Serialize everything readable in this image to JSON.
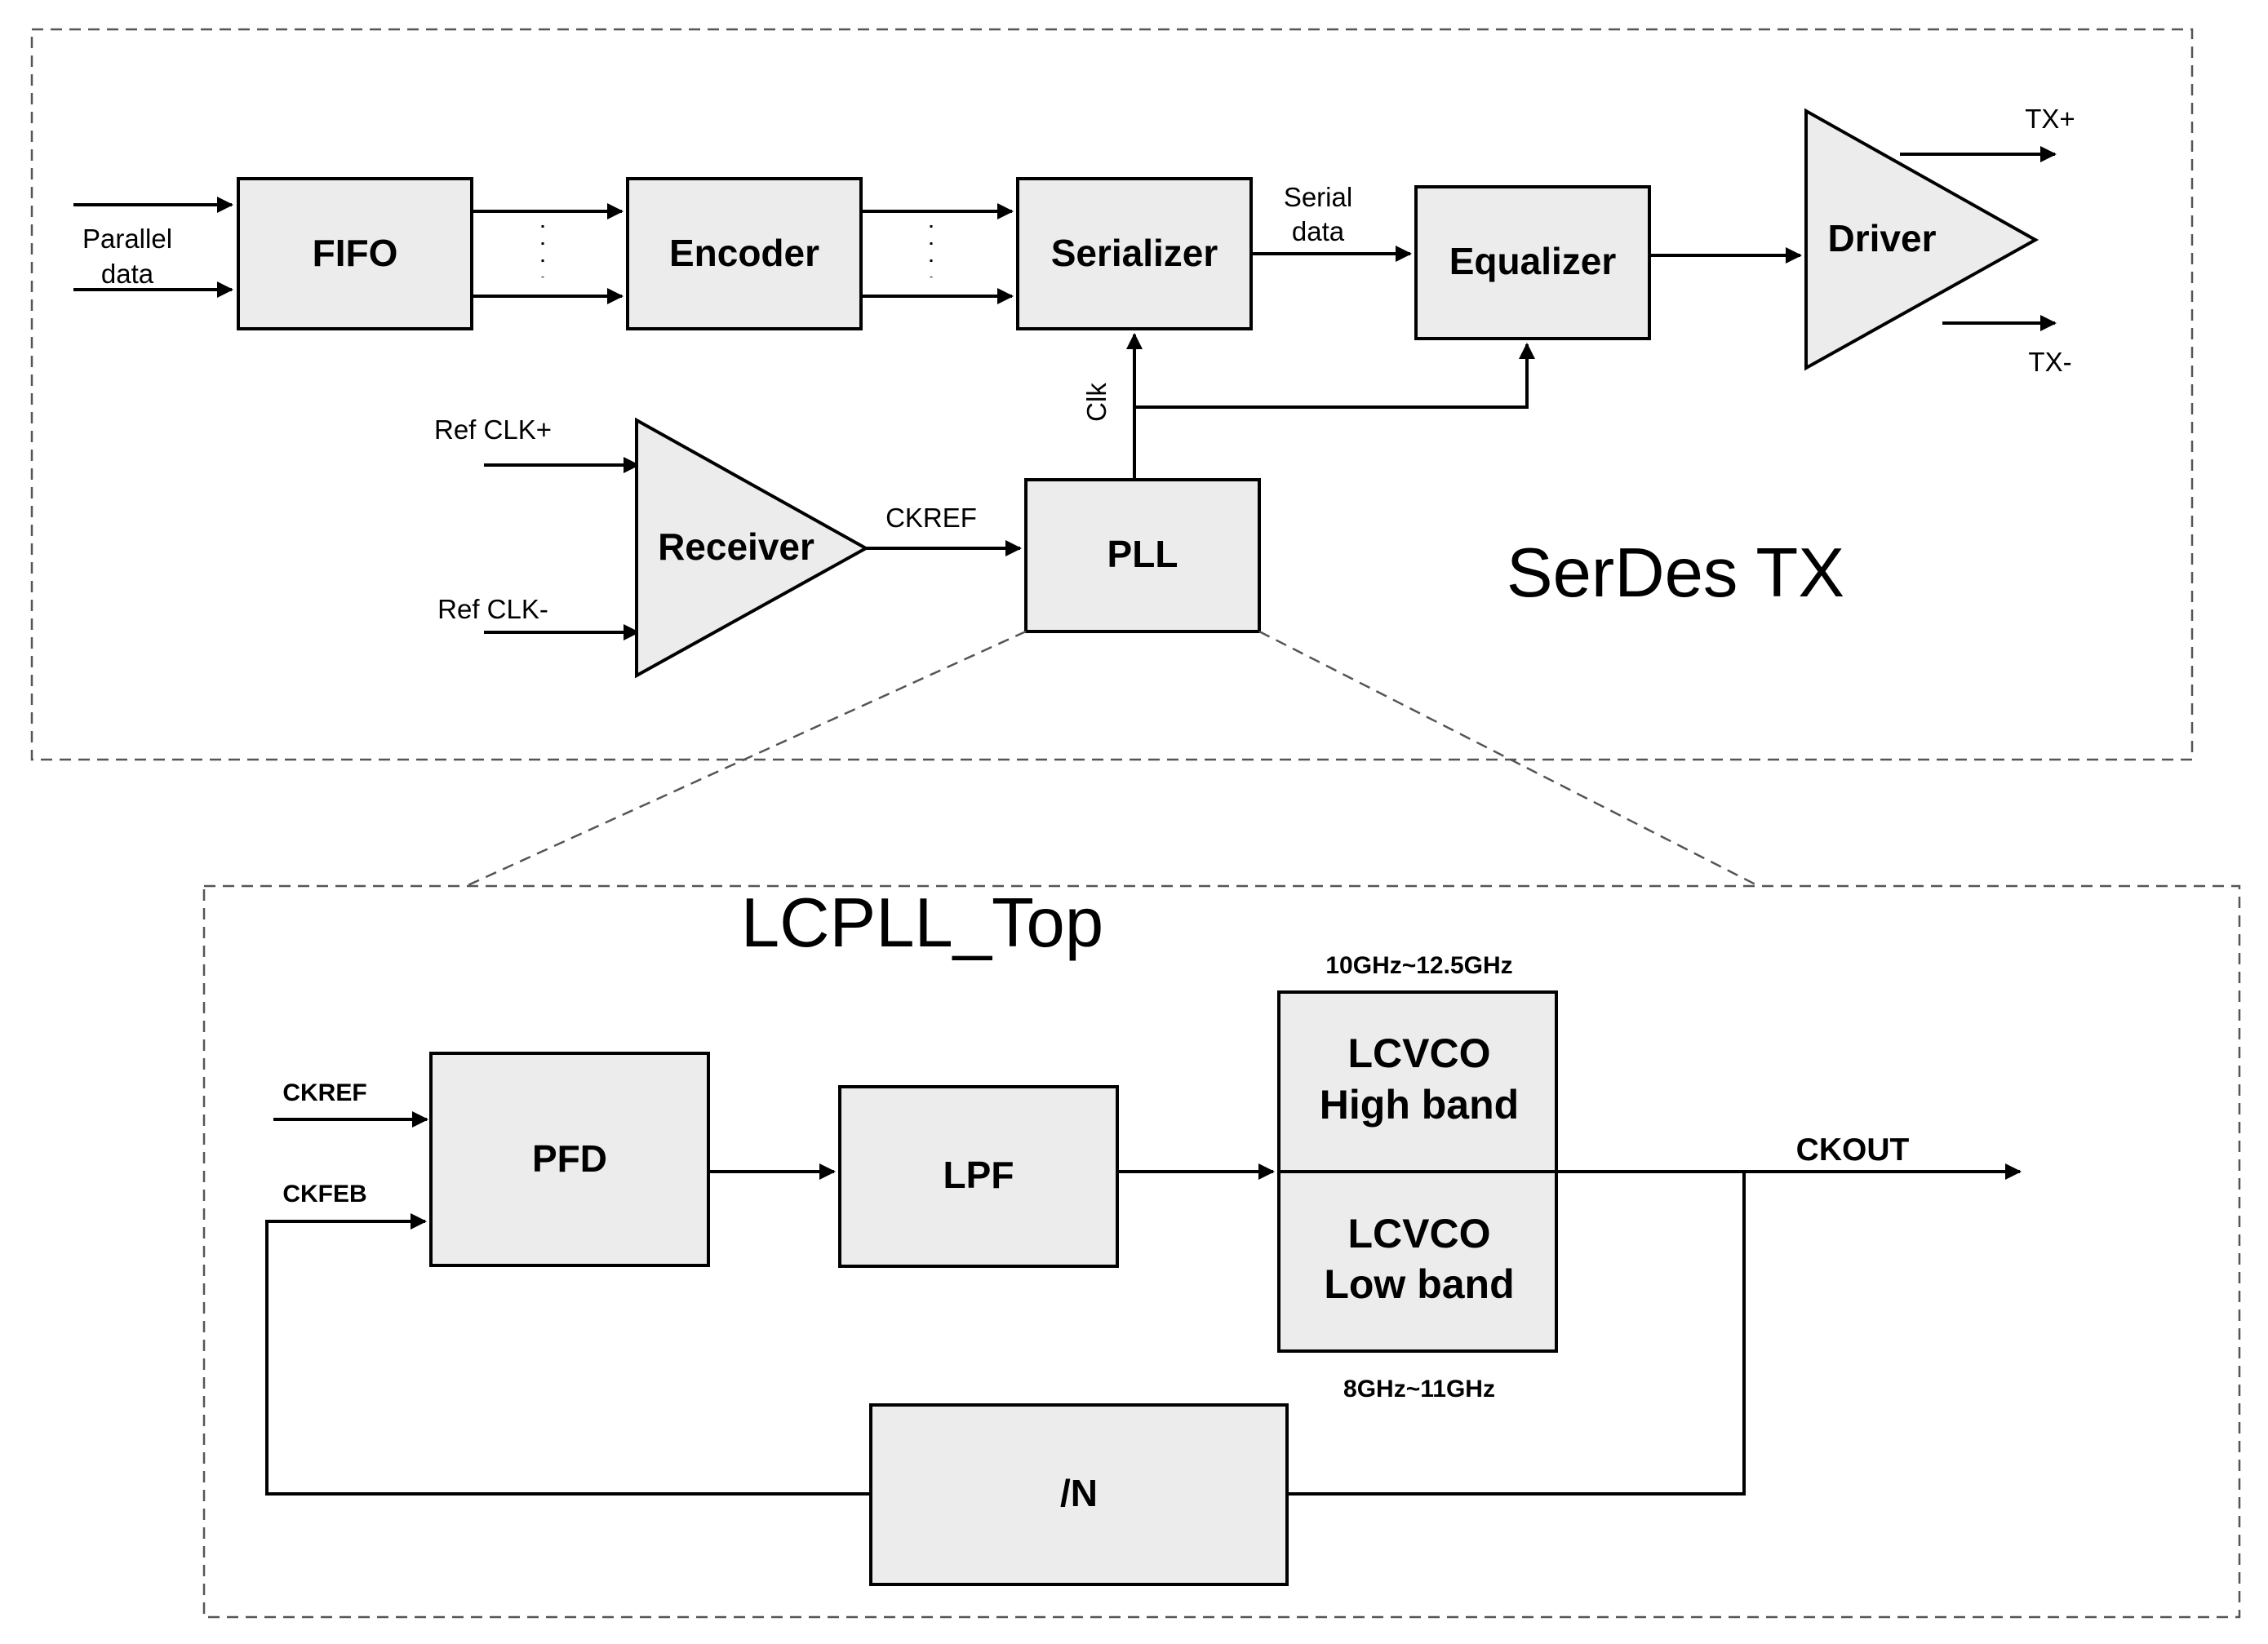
{
  "serdes_tx": {
    "title": "SerDes TX",
    "blocks": {
      "fifo": "FIFO",
      "encoder": "Encoder",
      "serializer": "Serializer",
      "equalizer": "Equalizer",
      "driver": "Driver",
      "receiver": "Receiver",
      "pll": "PLL"
    },
    "signals": {
      "parallel_data_line1": "Parallel",
      "parallel_data_line2": "data",
      "serial_data_line1": "Serial",
      "serial_data_line2": "data",
      "clk": "Clk",
      "ckref": "CKREF",
      "ref_clk_plus": "Ref CLK+",
      "ref_clk_minus": "Ref CLK-",
      "tx_plus": "TX+",
      "tx_minus": "TX-"
    }
  },
  "lcpll_top": {
    "title": "LCPLL_Top",
    "blocks": {
      "pfd": "PFD",
      "lpf": "LPF",
      "vco_high_line1": "LCVCO",
      "vco_high_line2": "High band",
      "vco_low_line1": "LCVCO",
      "vco_low_line2": "Low band",
      "divider": "/N"
    },
    "signals": {
      "ckref": "CKREF",
      "ckfeb": "CKFEB",
      "ckout": "CKOUT"
    },
    "ranges": {
      "high_band": "10GHz~12.5GHz",
      "low_band": "8GHz~11GHz"
    }
  }
}
